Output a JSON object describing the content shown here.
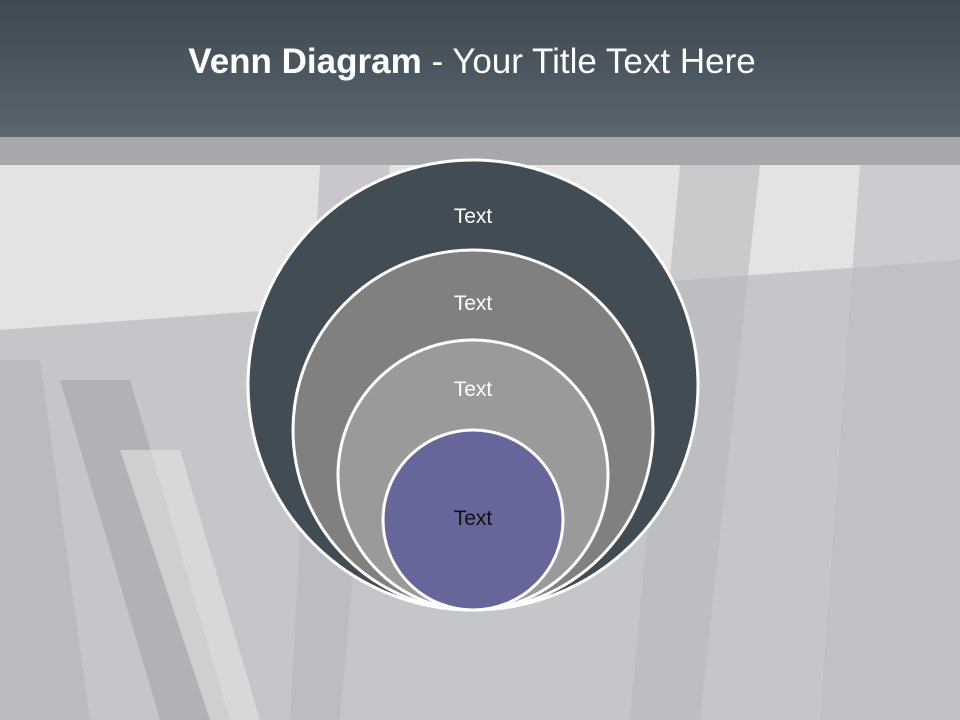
{
  "title": {
    "bold": "Venn Diagram",
    "rest": " - Your Title Text Here"
  },
  "circles": [
    {
      "label": "Text",
      "fill": "#424c54",
      "text_color": "#ffffff"
    },
    {
      "label": "Text",
      "fill": "#808080",
      "text_color": "#ffffff"
    },
    {
      "label": "Text",
      "fill": "#9a9a9a",
      "text_color": "#ffffff"
    },
    {
      "label": "Text",
      "fill": "#67669a",
      "text_color": "#111111"
    }
  ],
  "colors": {
    "title_bar": "#4c5861",
    "outline": "#ffffff",
    "background": "#c9cacd"
  }
}
